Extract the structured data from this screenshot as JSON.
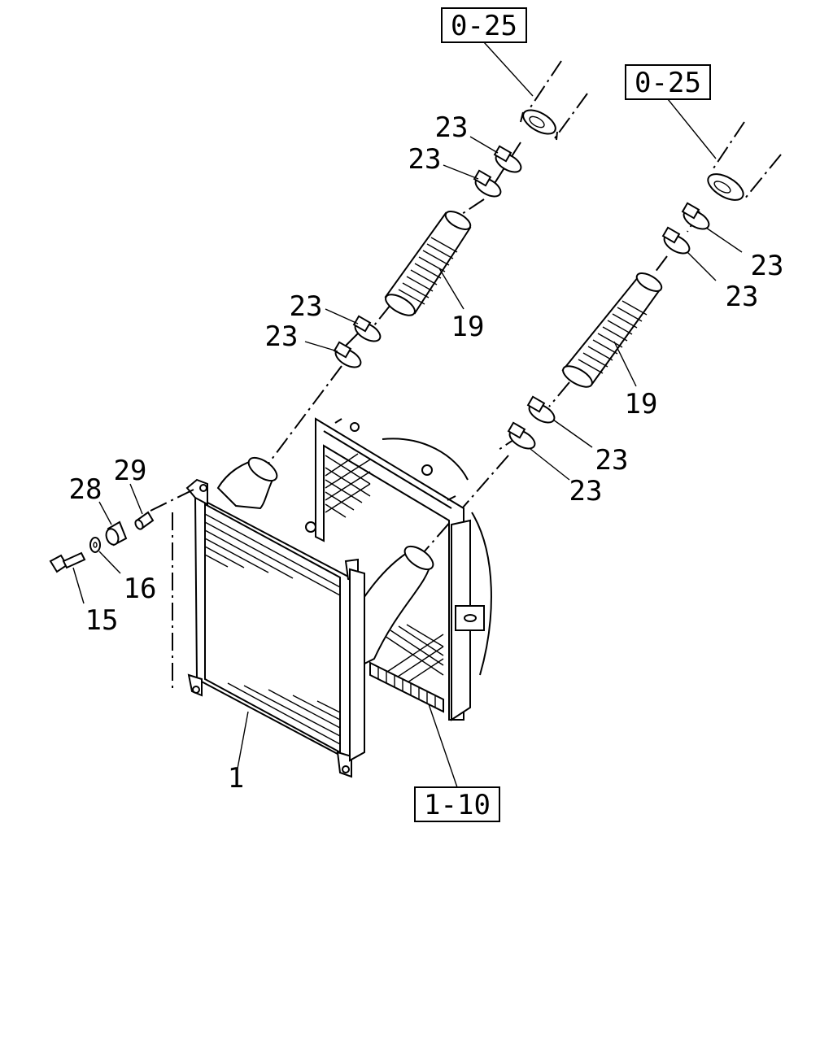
{
  "diagram": {
    "ref_boxes": {
      "top_left": "0-25",
      "top_right": "0-25",
      "bottom": "1-10"
    },
    "callouts": {
      "intercooler": "1",
      "bolt": "15",
      "washer": "16",
      "hose_left": "19",
      "hose_right": "19",
      "clamp_l1": "23",
      "clamp_l2": "23",
      "clamp_l3": "23",
      "clamp_l4": "23",
      "clamp_r1": "23",
      "clamp_r2": "23",
      "clamp_r3": "23",
      "clamp_r4": "23",
      "rubber_mount": "28",
      "collar": "29"
    }
  }
}
